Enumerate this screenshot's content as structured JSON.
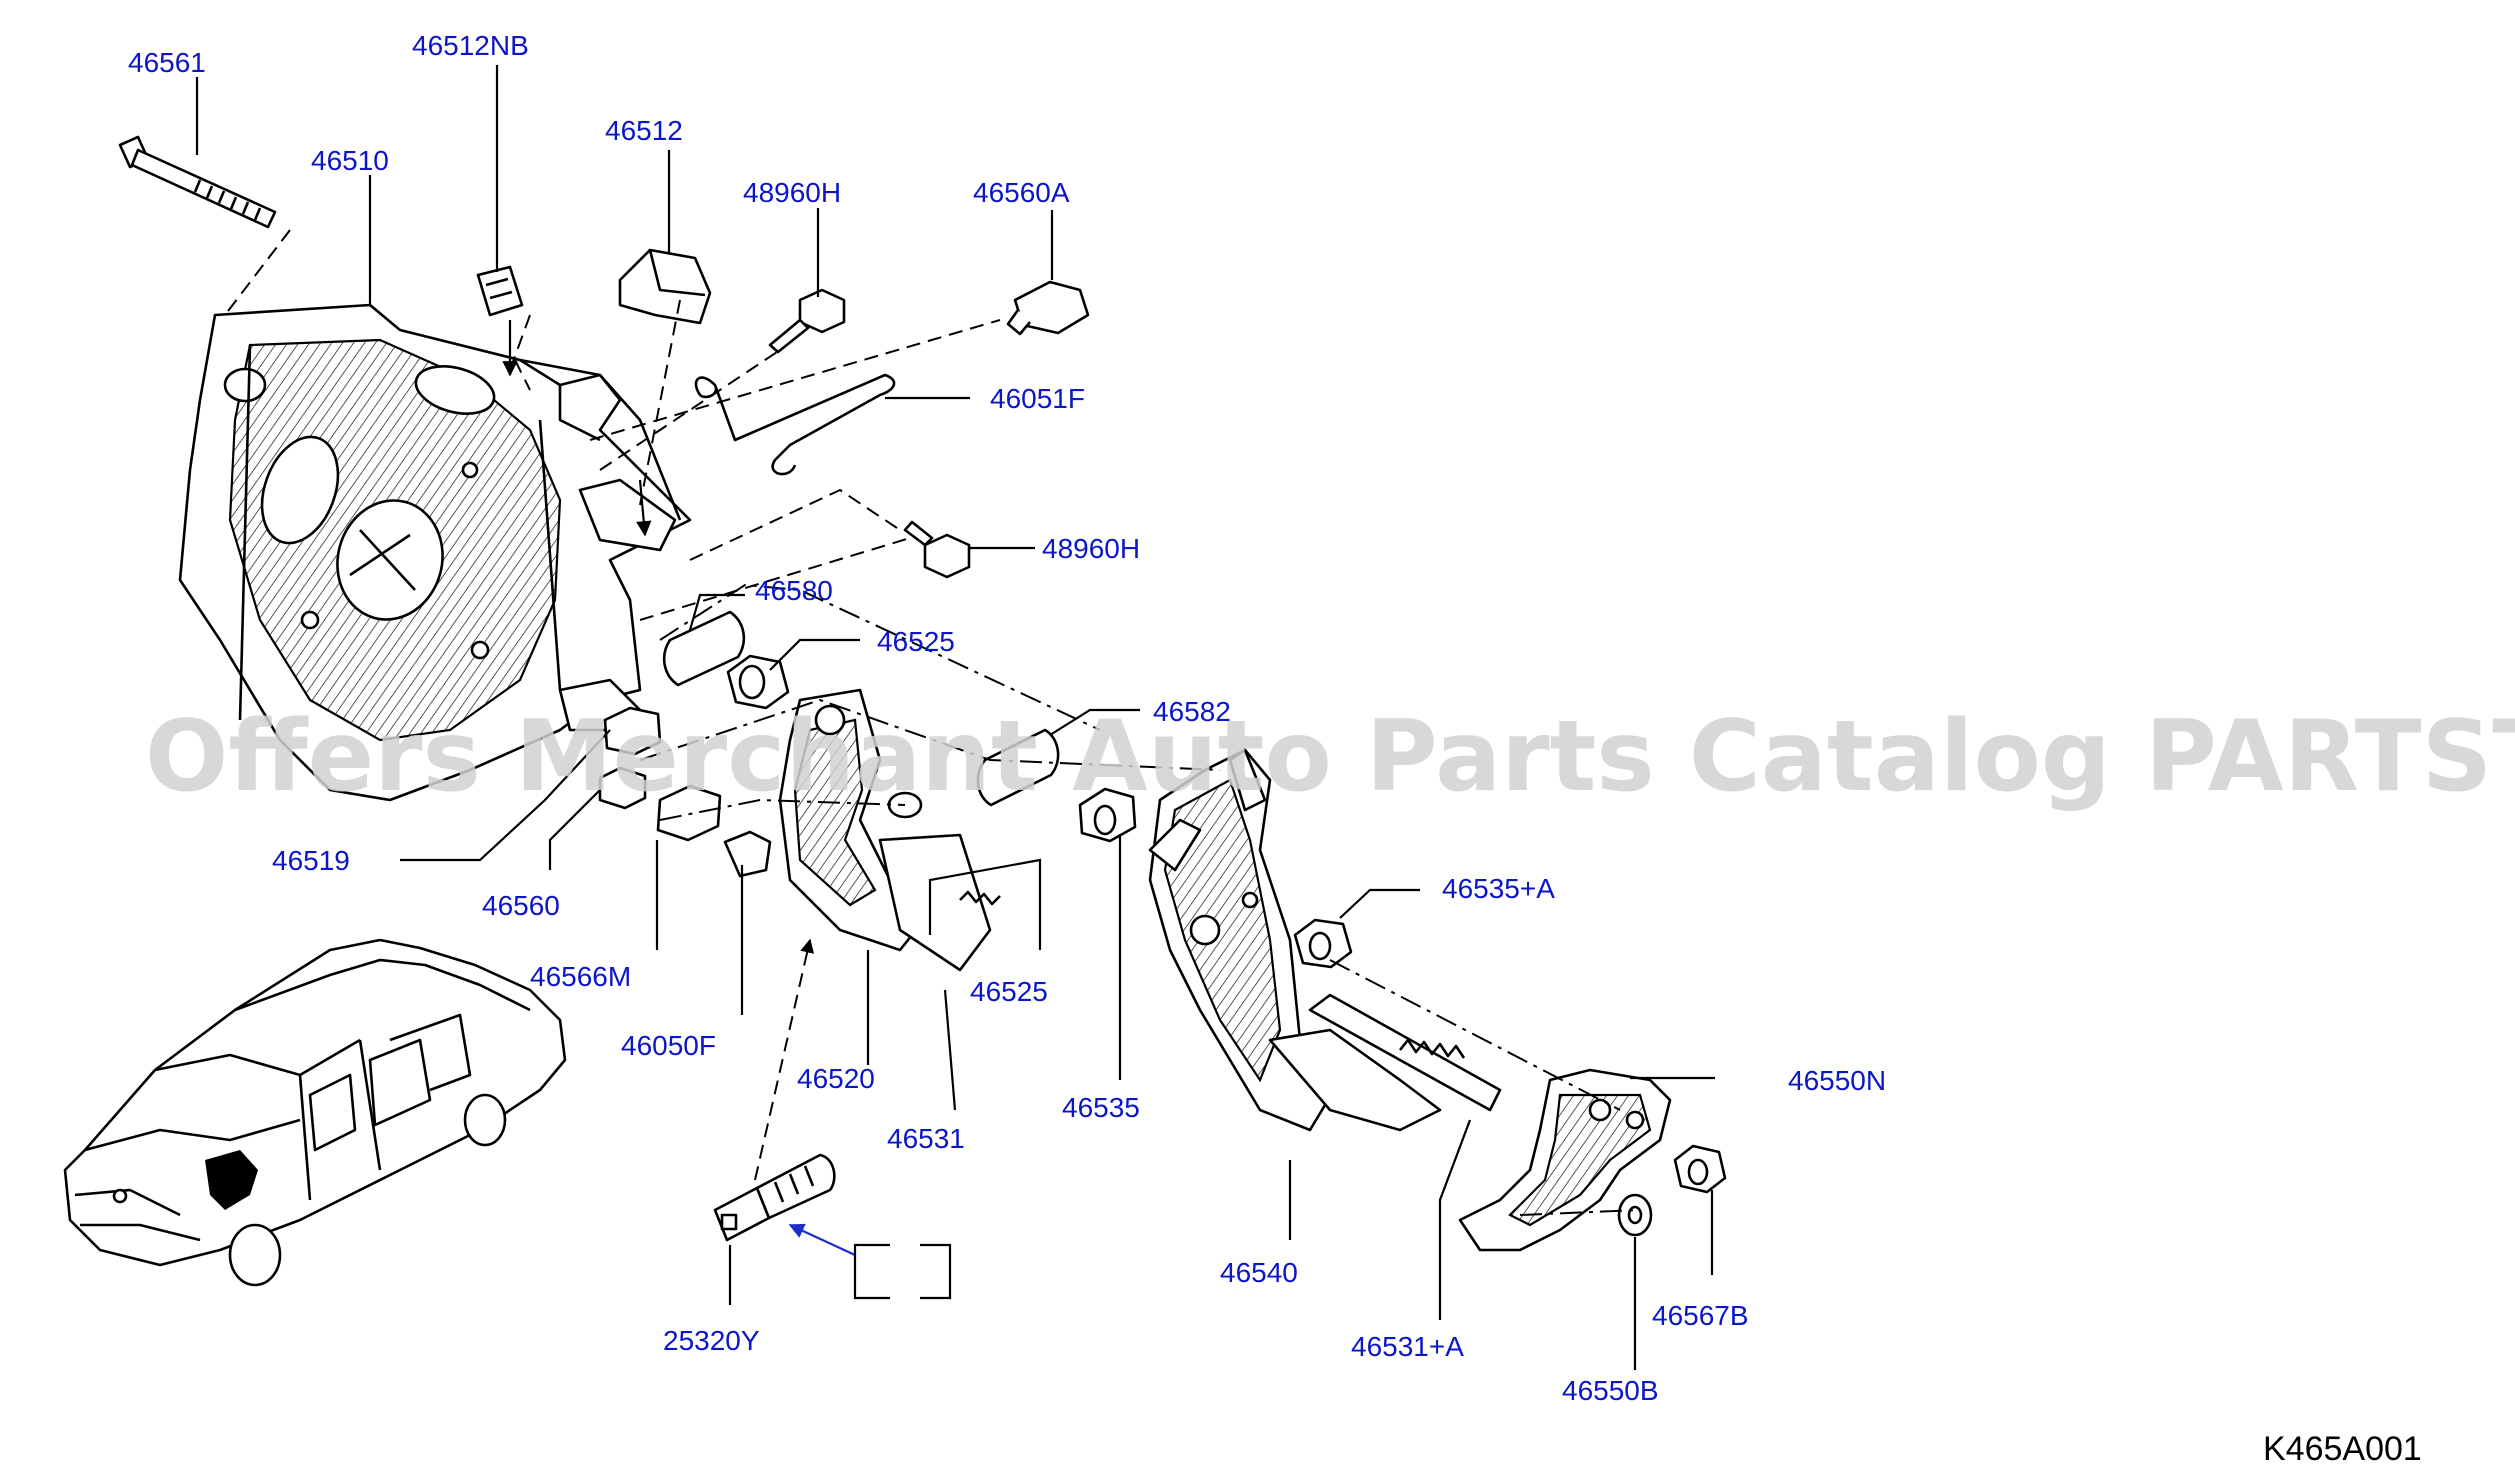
{
  "labels": {
    "p46561": "46561",
    "p46512NB": "46512NB",
    "p46510": "46510",
    "p46512": "46512",
    "p48960H_top": "48960H",
    "p46560A": "46560A",
    "p46051F": "46051F",
    "p48960H_mid": "48960H",
    "p46580": "46580",
    "p46525_top": "46525",
    "p46582": "46582",
    "p46519": "46519",
    "p46560": "46560",
    "p46535A": "46535+A",
    "p46566M": "46566M",
    "p46525_mid": "46525",
    "p46050F": "46050F",
    "p46550N": "46550N",
    "p46520": "46520",
    "p46535": "46535",
    "p46531": "46531",
    "p46540": "46540",
    "p46567B": "46567B",
    "p25320Y": "25320Y",
    "p46531A": "46531+A",
    "p46550B": "46550B"
  },
  "diagram_code": "K465A001",
  "watermark": "Offers Merchant Auto Parts Catalog PARTSTORE.SA",
  "colors": {
    "label": "#0b15c9",
    "line": "#000000",
    "watermark": "#d2d2d2"
  }
}
